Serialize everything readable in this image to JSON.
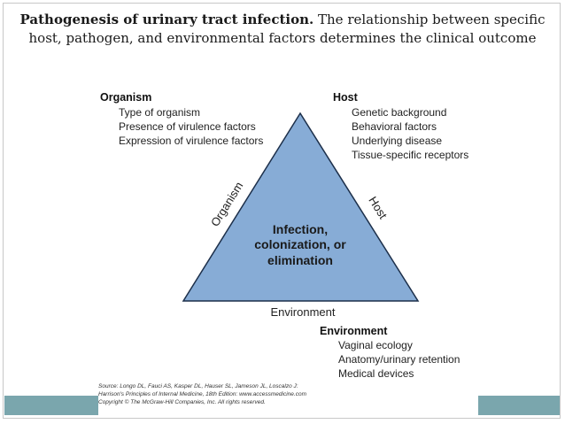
{
  "caption": {
    "title": "Pathogenesis of urinary tract infection.",
    "text": " The relationship between specific host, pathogen, and environmental factors determines the clinical outcome"
  },
  "organism": {
    "heading": "Organism",
    "items": [
      "Type of organism",
      "Presence of virulence factors",
      "Expression of virulence factors"
    ]
  },
  "host": {
    "heading": "Host",
    "items": [
      "Genetic background",
      "Behavioral factors",
      "Underlying disease",
      "Tissue-specific receptors"
    ]
  },
  "triangle": {
    "left_label": "Organism",
    "right_label": "Host",
    "center_lines": [
      "Infection,",
      "colonization, or",
      "elimination"
    ],
    "bottom_label": "Environment",
    "fill": "#87acd6"
  },
  "environment": {
    "heading": "Environment",
    "items": [
      "Vaginal ecology",
      "Anatomy/urinary retention",
      "Medical devices"
    ]
  },
  "source": {
    "line1": "Source: Longo DL, Fauci AS, Kasper DL, Hauser SL, Jameson JL, Loscalzo J:",
    "line2": "Harrison's Principles of Internal Medicine, 18th Edition: www.accessmedicine.com",
    "line3": "Copyright © The McGraw-Hill Companies, Inc. All rights reserved."
  }
}
